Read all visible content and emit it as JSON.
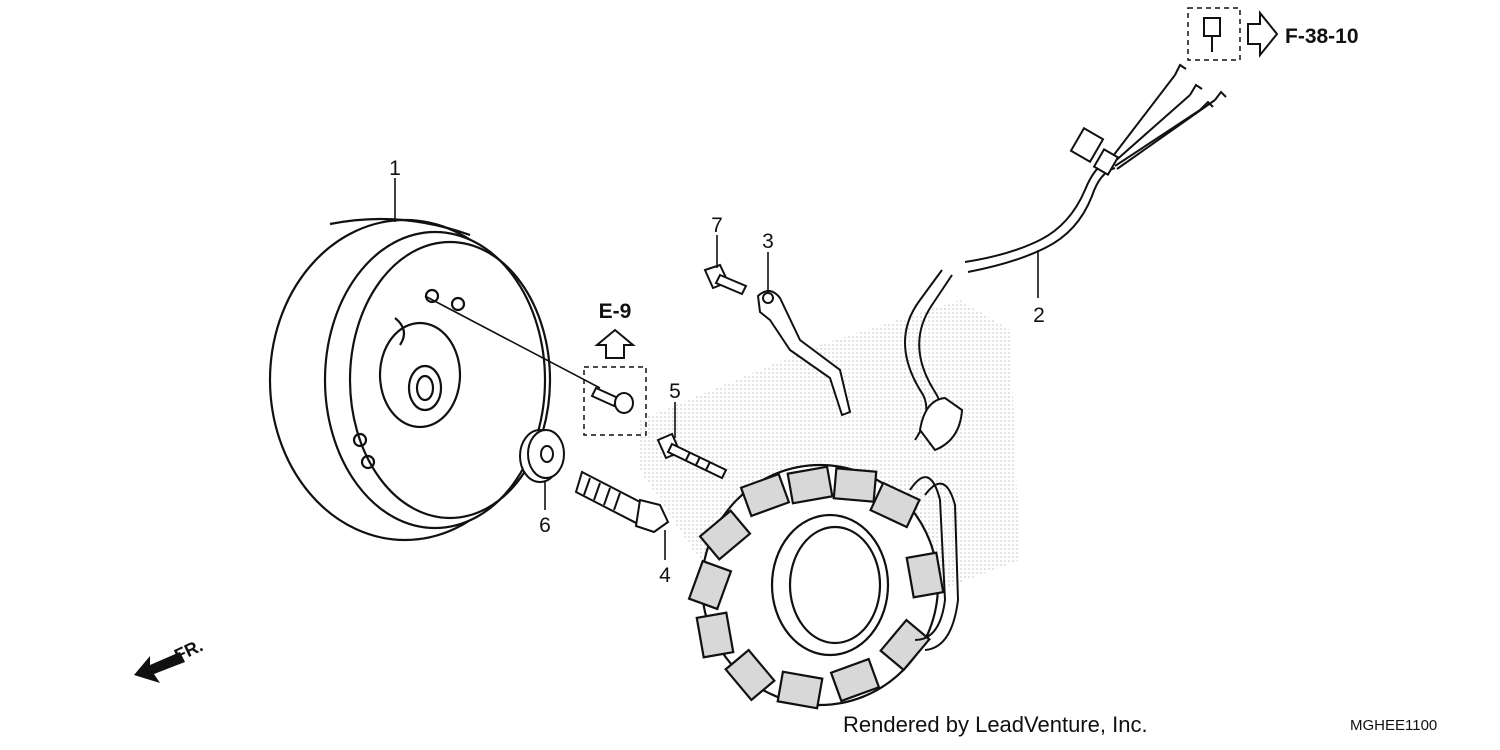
{
  "callouts": {
    "part_1": "1",
    "part_2": "2",
    "part_3": "3",
    "part_4": "4",
    "part_5": "5",
    "part_6": "6",
    "part_7": "7"
  },
  "references": {
    "e9": "E-9",
    "f38": "F-38-10"
  },
  "direction": "FR.",
  "footer": {
    "credit": "Rendered by LeadVenture, Inc.",
    "code": "MGHEE1100"
  }
}
